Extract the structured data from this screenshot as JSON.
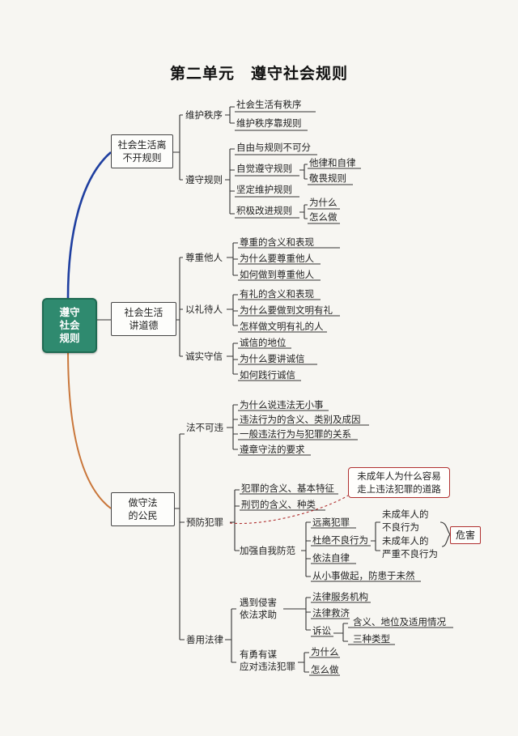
{
  "title": "第二单元　遵守社会规则",
  "root": {
    "line1": "遵守",
    "line2": "社会",
    "line3": "规则"
  },
  "branch1": {
    "label_line1": "社会生活离",
    "label_line2": "不开规则",
    "maintain_order": {
      "label": "维护秩序",
      "items": [
        "社会生活有秩序",
        "维护秩序靠规则"
      ]
    },
    "obey_rules": {
      "label": "遵守规则",
      "items": [
        "自由与规则不可分",
        "自觉遵守规则",
        "坚定维护规则",
        "积极改进规则"
      ],
      "self_discipline": [
        "他律和自律",
        "敬畏规则"
      ],
      "improve": [
        "为什么",
        "怎么做"
      ]
    }
  },
  "branch2": {
    "label_line1": "社会生活",
    "label_line2": "讲道德",
    "respect": {
      "label": "尊重他人",
      "items": [
        "尊重的含义和表现",
        "为什么要尊重他人",
        "如何做到尊重他人"
      ]
    },
    "courtesy": {
      "label": "以礼待人",
      "items": [
        "有礼的含义和表现",
        "为什么要做到文明有礼",
        "怎样做文明有礼的人"
      ]
    },
    "honesty": {
      "label": "诚实守信",
      "items": [
        "诚信的地位",
        "为什么要讲诚信",
        "如何践行诚信"
      ]
    }
  },
  "branch3": {
    "label_line1": "做守法",
    "label_line2": "的公民",
    "law": {
      "label": "法不可违",
      "items": [
        "为什么说违法无小事",
        "违法行为的含义、类别及成因",
        "一般违法行为与犯罪的关系",
        "遵章守法的要求"
      ]
    },
    "prevent": {
      "label": "预防犯罪",
      "items": [
        "犯罪的含义、基本特征",
        "刑罚的含义、种类"
      ],
      "note_line1": "未成年人为什么容易",
      "note_line2": "走上违法犯罪的道路",
      "self_defense": {
        "label": "加强自我防范",
        "items": [
          "远离犯罪",
          "杜绝不良行为",
          "依法自律",
          "从小事做起，防患于未然"
        ],
        "bad1_line1": "未成年人的",
        "bad1_line2": "不良行为",
        "bad2_line1": "未成年人的",
        "bad2_line2": "严重不良行为",
        "harm": "危害"
      }
    },
    "use_law": {
      "label": "善用法律",
      "infringed_line1": "遇到侵害",
      "infringed_line2": "依法求助",
      "infringed_items": [
        "法律服务机构",
        "法律救济",
        "诉讼"
      ],
      "litigation_items": [
        "含义、地位及适用情况",
        "三种类型"
      ],
      "brave_line1": "有勇有谋",
      "brave_line2": "应对违法犯罪",
      "brave_items": [
        "为什么",
        "怎么做"
      ]
    }
  },
  "colors": {
    "top_branch": "#1f3fa0",
    "bottom_branch": "#c9763a",
    "root": "#2f8a6f",
    "note_border": "#b03030"
  }
}
